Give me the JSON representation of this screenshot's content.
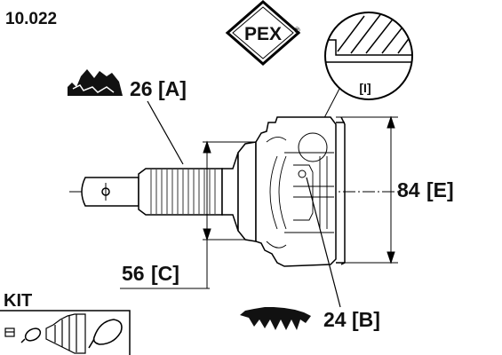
{
  "part_number": "10.022",
  "brand": {
    "name": "PEX",
    "registered_mark": "®"
  },
  "dimensions": {
    "outer_spline": {
      "value": "26",
      "code": "[A]"
    },
    "inner_spline": {
      "value": "24",
      "code": "[B]"
    },
    "seal_diameter": {
      "value": "56",
      "code": "[C]"
    },
    "outer_diameter": {
      "value": "84",
      "code": "[E]"
    }
  },
  "detail_marker": "[I]",
  "kit_label": "KIT",
  "icons": {
    "spline_outer": "spline-teeth-icon",
    "spline_inner": "spline-teeth-icon",
    "kit_clamp": "clamp-icon",
    "kit_boot": "boot-icon",
    "kit_band": "band-icon"
  }
}
